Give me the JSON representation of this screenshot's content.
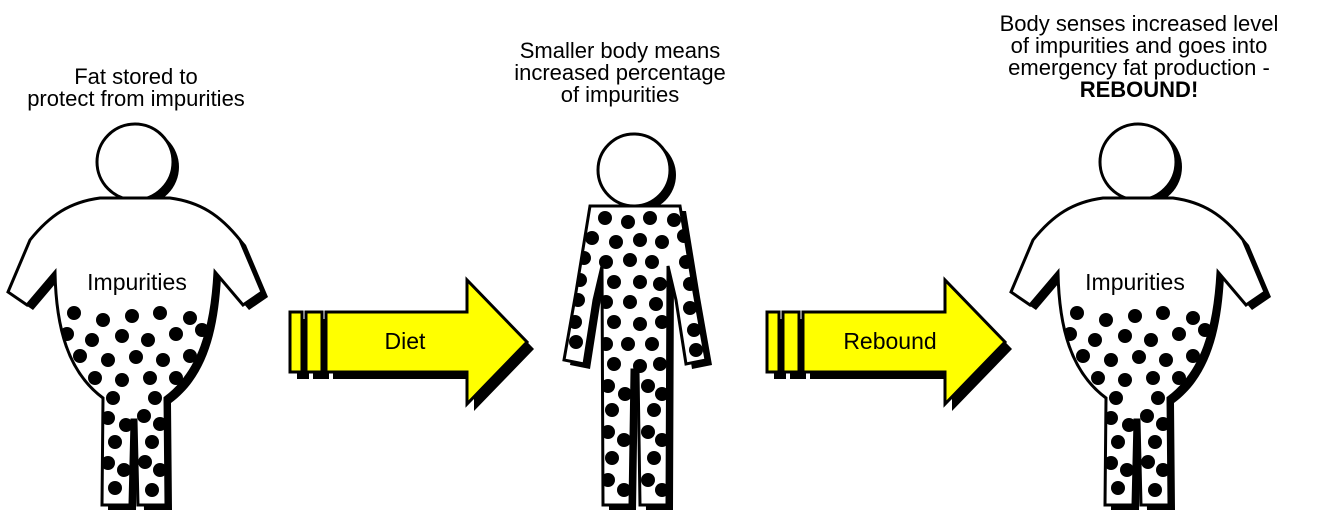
{
  "panels": [
    {
      "caption_lines": [
        "Fat stored to",
        "protect from impurities"
      ],
      "body_label": "Impurities"
    },
    {
      "caption_lines": [
        "Smaller body means",
        "increased percentage",
        "of impurities"
      ]
    },
    {
      "caption_lines": [
        "Body senses increased level",
        "of impurities and goes into",
        "emergency fat production -"
      ],
      "caption_emphasis": "REBOUND!",
      "body_label": "Impurities"
    }
  ],
  "arrows": [
    {
      "label": "Diet"
    },
    {
      "label": "Rebound"
    }
  ],
  "colors": {
    "arrow_fill": "#ffff00",
    "outline": "#000000",
    "dots": "#000000",
    "shadow": "#000000"
  }
}
